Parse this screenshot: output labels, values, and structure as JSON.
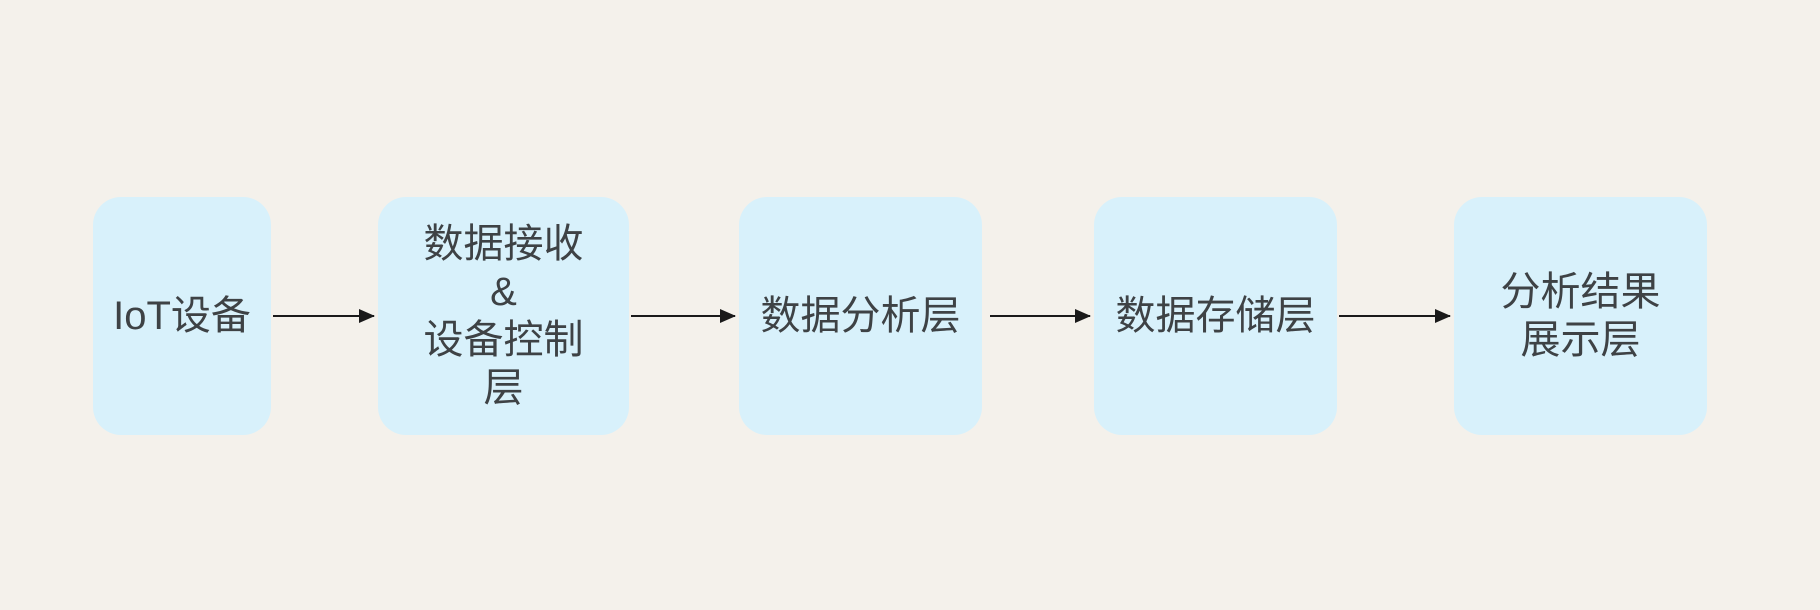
{
  "diagram": {
    "type": "flowchart",
    "direction": "left-to-right",
    "nodes": [
      {
        "id": "iot-device",
        "label": "IoT设备"
      },
      {
        "id": "data-ingest-device-control-layer",
        "label": "数据接收\n&\n设备控制\n层"
      },
      {
        "id": "data-analysis-layer",
        "label": "数据分析层"
      },
      {
        "id": "data-storage-layer",
        "label": "数据存储层"
      },
      {
        "id": "result-display-layer",
        "label": "分析结果\n展示层"
      }
    ],
    "edges": [
      {
        "from": "iot-device",
        "to": "data-ingest-device-control-layer"
      },
      {
        "from": "data-ingest-device-control-layer",
        "to": "data-analysis-layer"
      },
      {
        "from": "data-analysis-layer",
        "to": "data-storage-layer"
      },
      {
        "from": "data-storage-layer",
        "to": "result-display-layer"
      }
    ]
  },
  "colors": {
    "canvas_bg": "#F4F1EB",
    "node_fill": "#D8F1FB",
    "node_text": "#3E4245",
    "arrow": "#1A1A1A"
  }
}
